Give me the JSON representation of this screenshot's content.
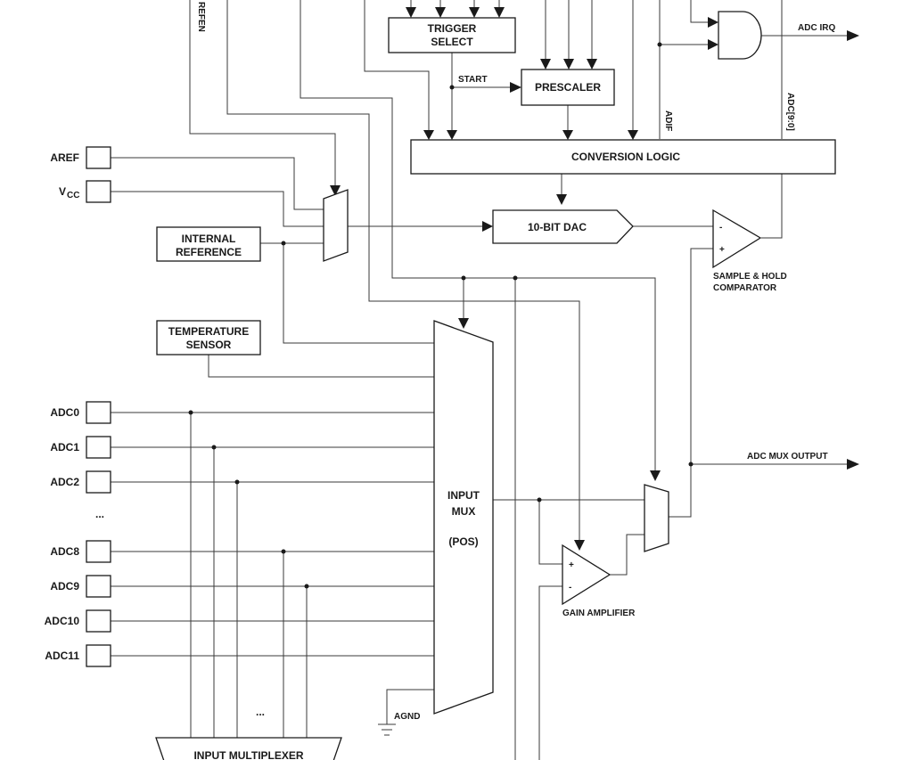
{
  "blocks": {
    "trigger_select": [
      "TRIGGER",
      "SELECT"
    ],
    "prescaler": "PRESCALER",
    "conversion_logic": "CONVERSION LOGIC",
    "dac": "10-BIT DAC",
    "internal_reference": [
      "INTERNAL",
      "REFERENCE"
    ],
    "temperature_sensor": [
      "TEMPERATURE",
      "SENSOR"
    ],
    "input_mux": [
      "INPUT",
      "MUX",
      "(POS)"
    ],
    "input_multiplexer": "INPUT MULTIPLEXER",
    "sample_hold": [
      "SAMPLE & HOLD",
      "COMPARATOR"
    ],
    "gain_amplifier": "GAIN AMPLIFIER",
    "and_gate": "and-gate-icon"
  },
  "signals": {
    "refen": "REFEN",
    "start": "START",
    "adif": "ADIF",
    "adc_bus": "ADC[9:0]",
    "adc_irq": "ADC IRQ",
    "adc_mux_output": "ADC MUX OUTPUT",
    "agnd": "AGND"
  },
  "pins": {
    "aref": "AREF",
    "vcc_main": "V",
    "vcc_sub": "CC",
    "channels": [
      "ADC0",
      "ADC1",
      "ADC2",
      "ADC8",
      "ADC9",
      "ADC10",
      "ADC11"
    ],
    "ellipsis_channels": "...",
    "ellipsis_bus": "..."
  },
  "comparator_signs": {
    "minus": "-",
    "plus": "+"
  },
  "amplifier_signs": {
    "plus": "+",
    "minus": "-"
  }
}
